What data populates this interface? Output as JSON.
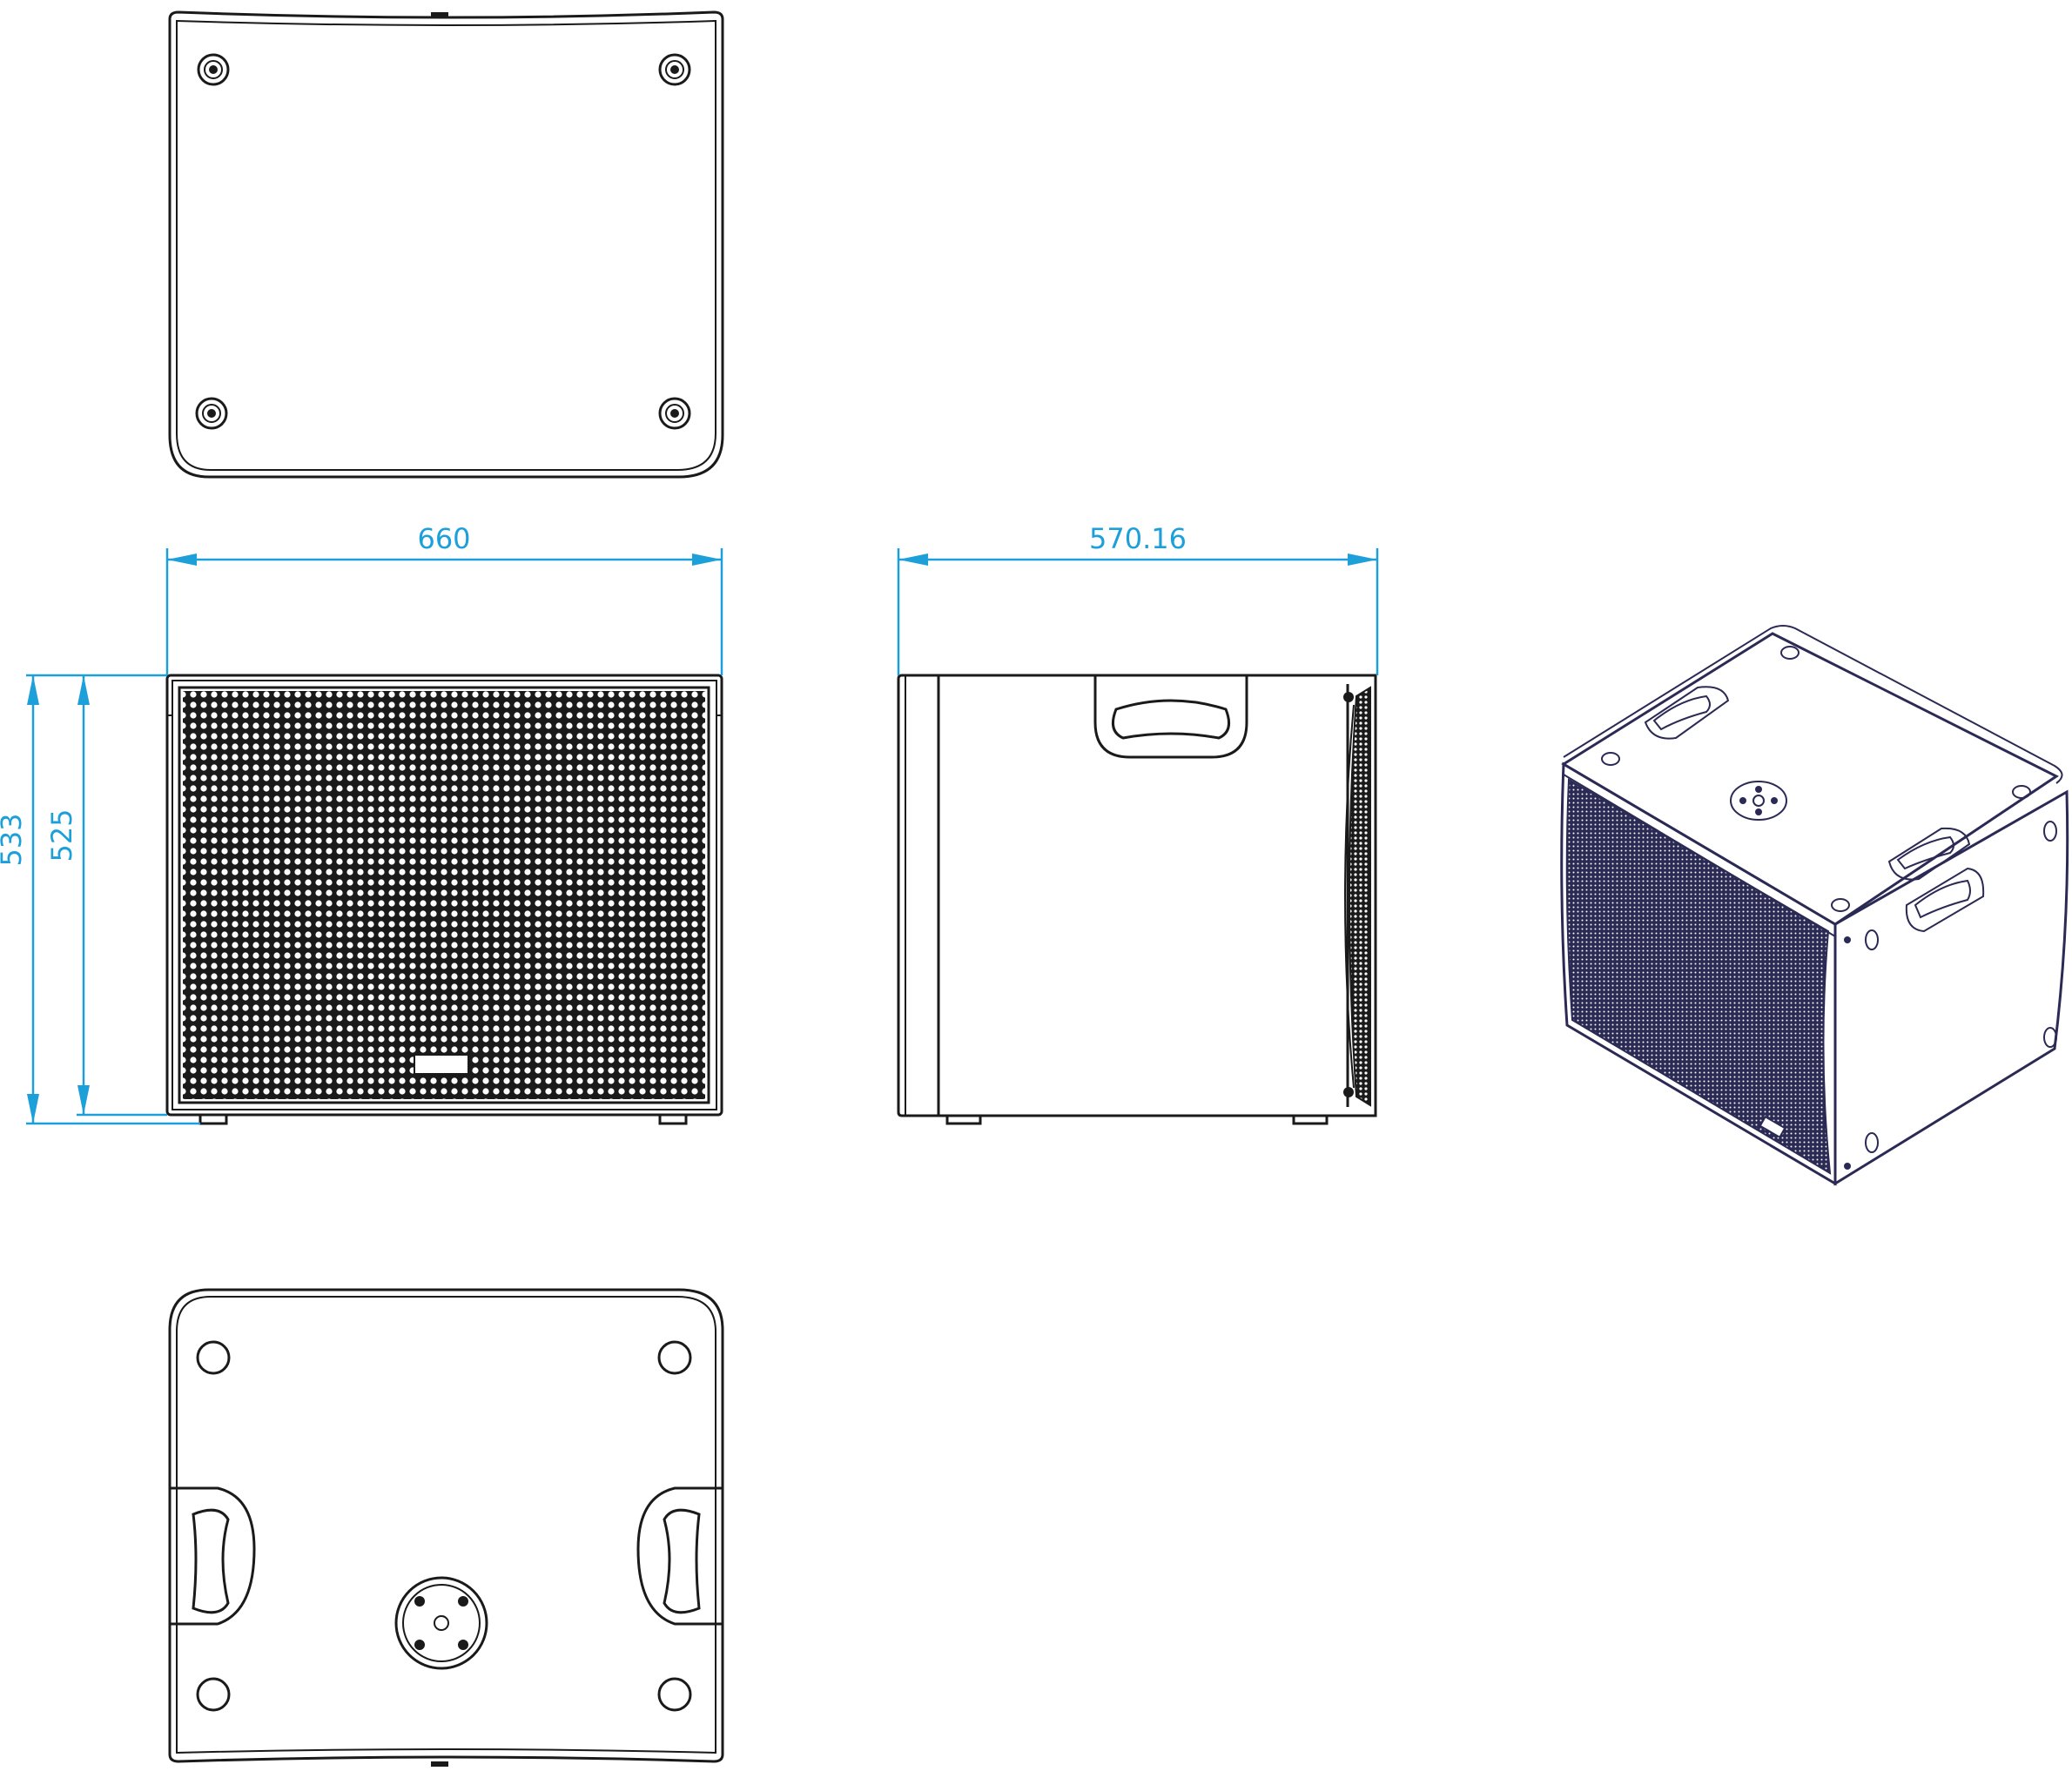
{
  "dimensions": {
    "width_label": "660",
    "depth_label": "570.16",
    "height_outer_label": "533",
    "height_inner_label": "525"
  },
  "colors": {
    "dimension": "#1d9fd9",
    "outline": "#1a1a1a",
    "isometric_outline": "#2b2a55"
  }
}
